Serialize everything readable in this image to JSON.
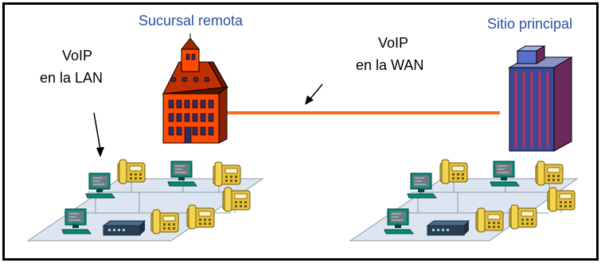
{
  "labels": {
    "remote_site": "Sucursal remota",
    "main_site": "Sitio principal",
    "voip_lan_line1": "VoIP",
    "voip_lan_line2": "en la LAN",
    "voip_wan_line1": "VoIP",
    "voip_wan_line2": "en la WAN"
  },
  "colors": {
    "site_title": "#2f4f9f",
    "wan_link": "#ff6a1a",
    "remote_building": "#ff4a00",
    "main_building": "#3a4a9a",
    "phone": "#e8c23a",
    "lan_floor": "#dde6f0",
    "terminal": "#0a8a78"
  },
  "icons": [
    "remote-branch-building-icon",
    "main-site-office-tower-icon",
    "ip-phone-icon",
    "computer-terminal-icon",
    "network-switch-icon",
    "pointer-arrow-icon"
  ]
}
